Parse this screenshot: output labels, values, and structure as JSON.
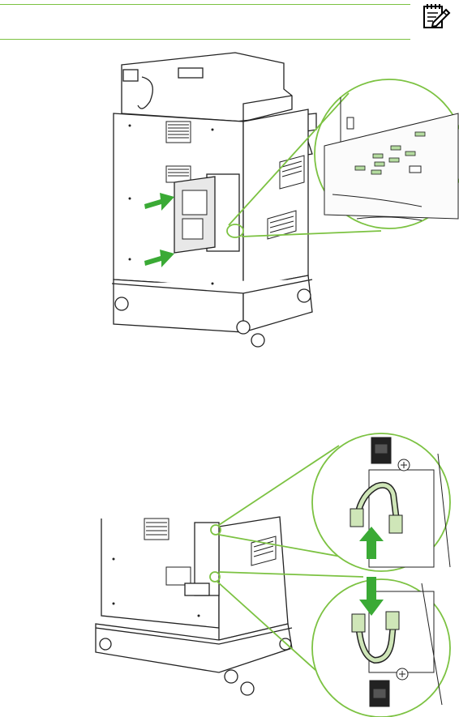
{
  "page": {
    "note_icon": "note-pencil-icon",
    "accent_color": "#3aaa35",
    "callout_color": "#7cc242"
  },
  "figures": [
    {
      "name": "formatter-board-insertion",
      "arrows": 2,
      "callouts": 1
    },
    {
      "name": "formatter-cable-connection",
      "arrows": 2,
      "callouts": 2
    }
  ]
}
